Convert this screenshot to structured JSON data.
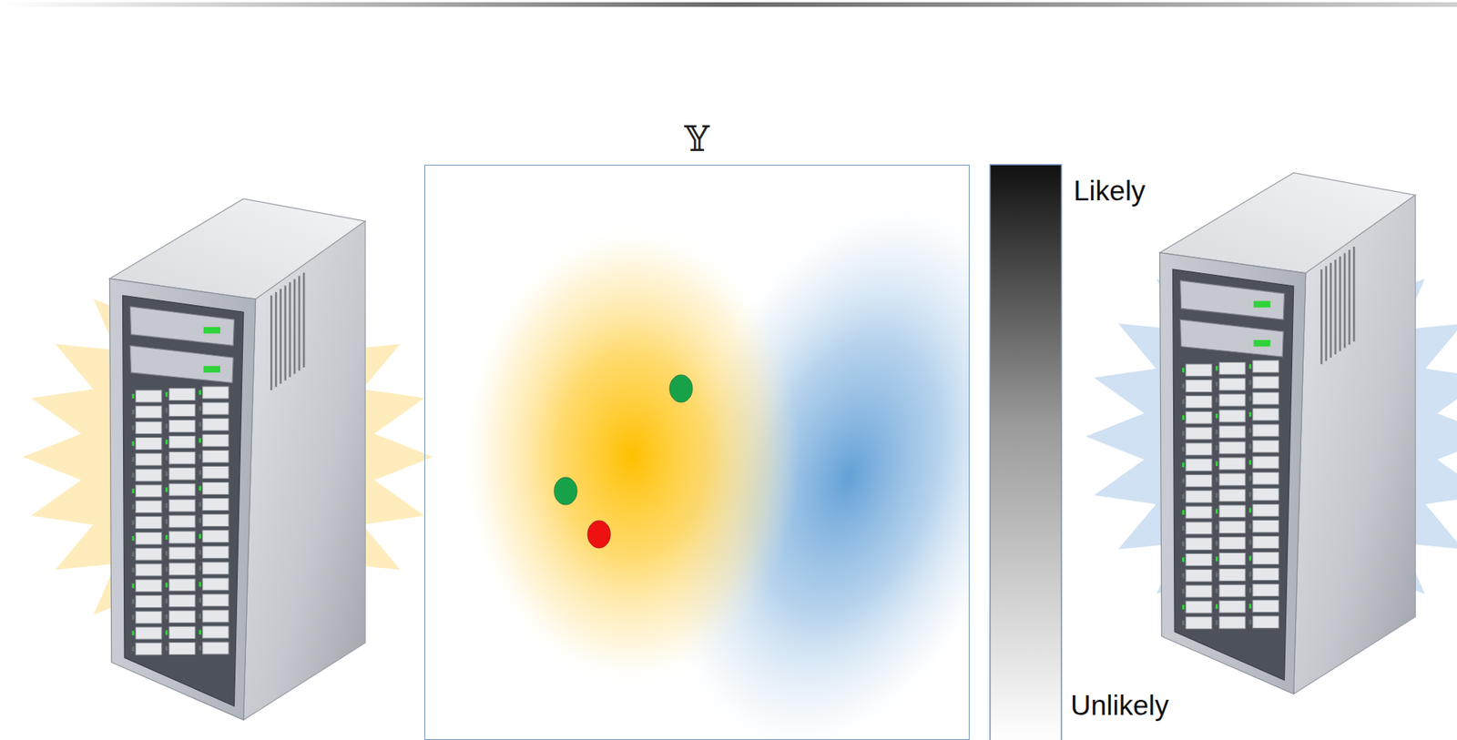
{
  "diagram": {
    "nodes": [
      {
        "text": [
          "𝕐"
        ]
      }
    ],
    "labels": [
      "Likely",
      "Unlikely"
    ]
  }
}
